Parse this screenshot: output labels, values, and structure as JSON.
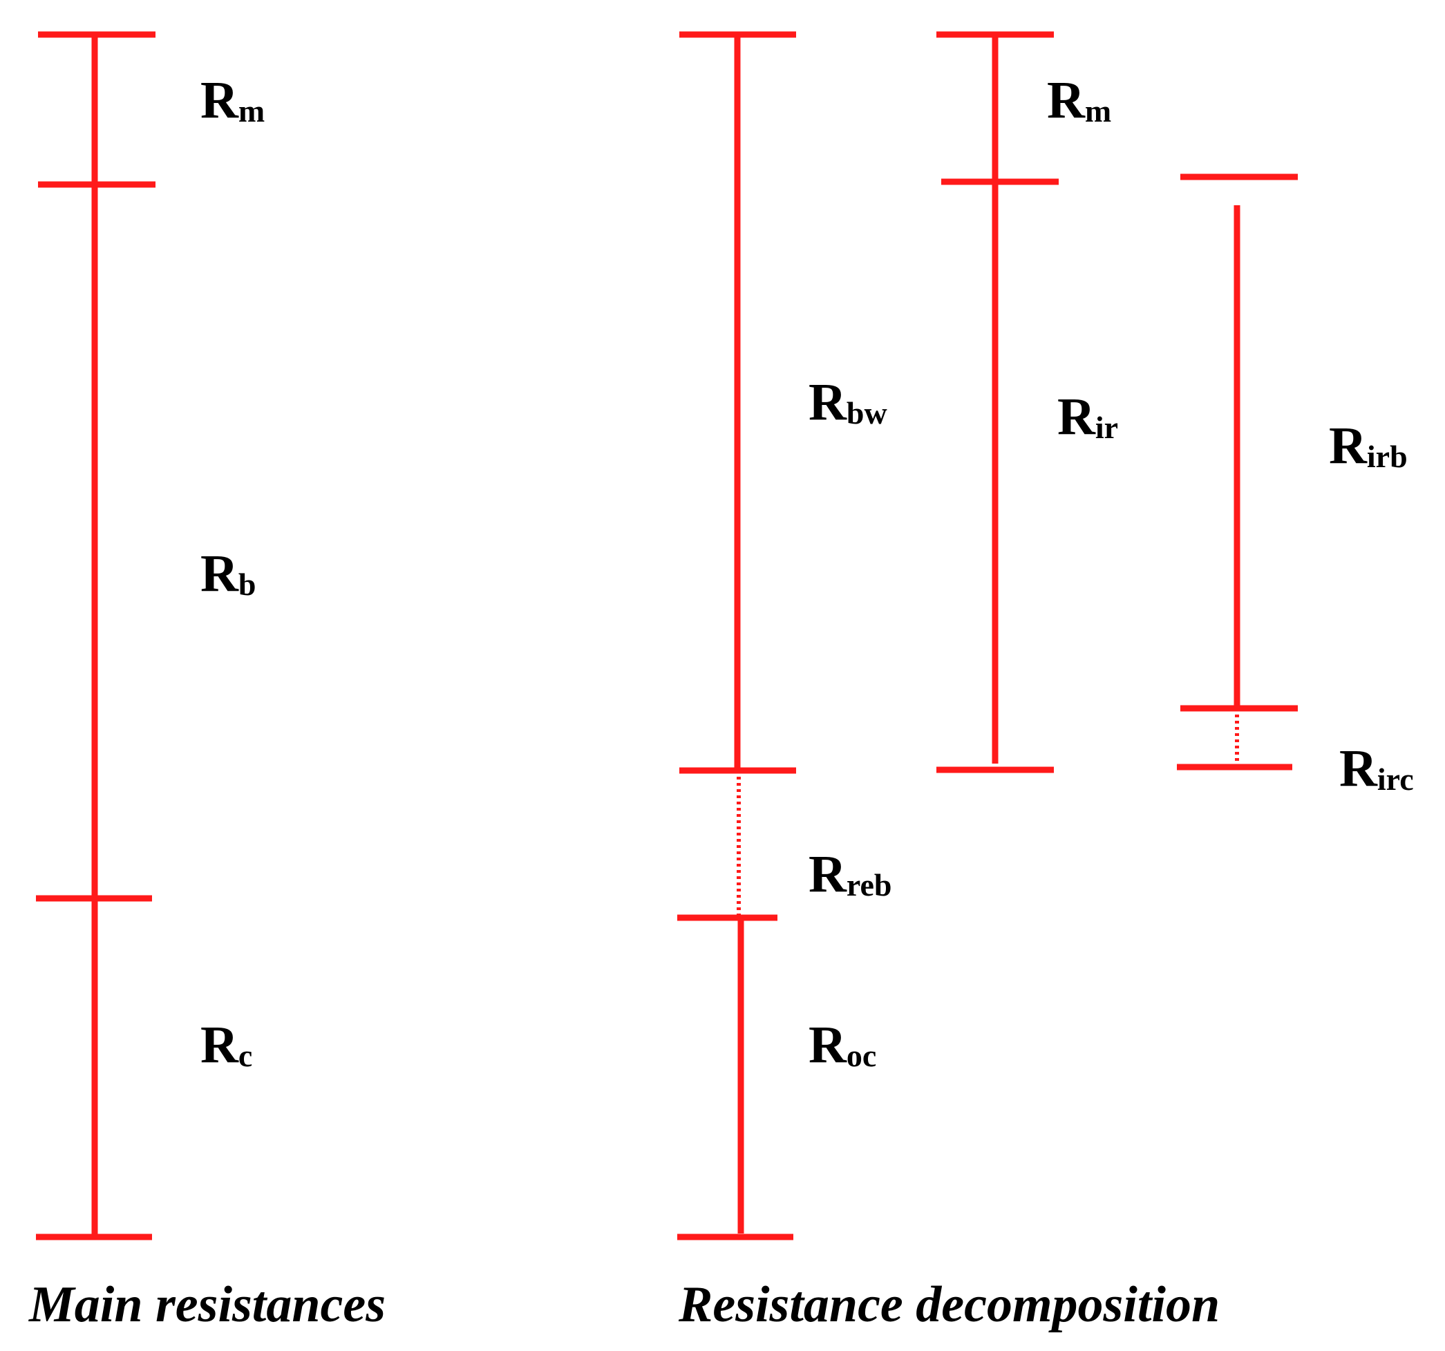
{
  "colors": {
    "line": "#ff1a1a",
    "text": "#000000",
    "background": "#ffffff"
  },
  "captions": {
    "left": "Main resistances",
    "right": "Resistance decomposition"
  },
  "labels": {
    "main_rm": {
      "base": "R",
      "sub": "m"
    },
    "main_rb": {
      "base": "R",
      "sub": "b"
    },
    "main_rc": {
      "base": "R",
      "sub": "c"
    },
    "rbw": {
      "base": "R",
      "sub": "bw"
    },
    "rreb": {
      "base": "R",
      "sub": "reb"
    },
    "roc": {
      "base": "R",
      "sub": "oc"
    },
    "rm": {
      "base": "R",
      "sub": "m"
    },
    "rir": {
      "base": "R",
      "sub": "ir"
    },
    "rirb": {
      "base": "R",
      "sub": "irb"
    },
    "rirc": {
      "base": "R",
      "sub": "irc"
    }
  }
}
